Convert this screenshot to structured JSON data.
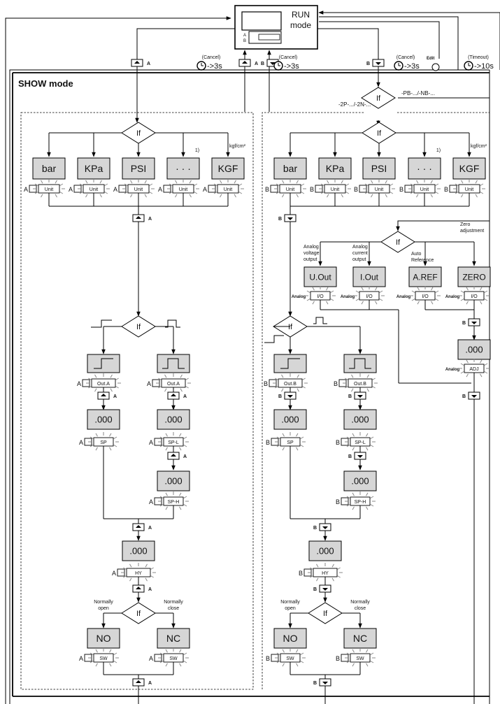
{
  "run": {
    "line1": "RUN",
    "line2": "mode"
  },
  "show_title": "SHOW mode",
  "key_a": "A",
  "key_b": "B",
  "cancel": "(Cancel)",
  "time3": "->3s",
  "edit": "Edit",
  "timeout": "(Timeout)",
  "time10": "->10s",
  "if": "If",
  "footnote": "1)",
  "unit_label": "Unit",
  "units": [
    "bar",
    "KPa",
    "PSI",
    "· · ·",
    "KGF"
  ],
  "kgf_note": "kgf/cm²",
  "pb_nb": "-PB-.../-NB-...",
  "p2_n2": "-2P-.../-2N-...",
  "analog": "Analog",
  "io": "I/O",
  "adj": "ADJ",
  "analog_items": [
    {
      "name": "U.Out",
      "caption": [
        "Analog",
        "voltage",
        "output"
      ]
    },
    {
      "name": "I.Out",
      "caption": [
        "Analog",
        "current",
        "output"
      ]
    },
    {
      "name": "A.REF",
      "caption": [
        "Auto",
        "Reference"
      ]
    },
    {
      "name": "ZERO",
      "caption": [
        "Zero",
        "adjustment"
      ]
    }
  ],
  "value": ".000",
  "out_a": "Out.A",
  "out_b": "Out.B",
  "sp": "SP",
  "spl": "SP-L",
  "sph": "SP-H",
  "hy": "HY",
  "sw": "SW",
  "no": "NO",
  "nc": "NC",
  "normally_open": [
    "Normally",
    "open"
  ],
  "normally_close": [
    "Normally",
    "close"
  ]
}
